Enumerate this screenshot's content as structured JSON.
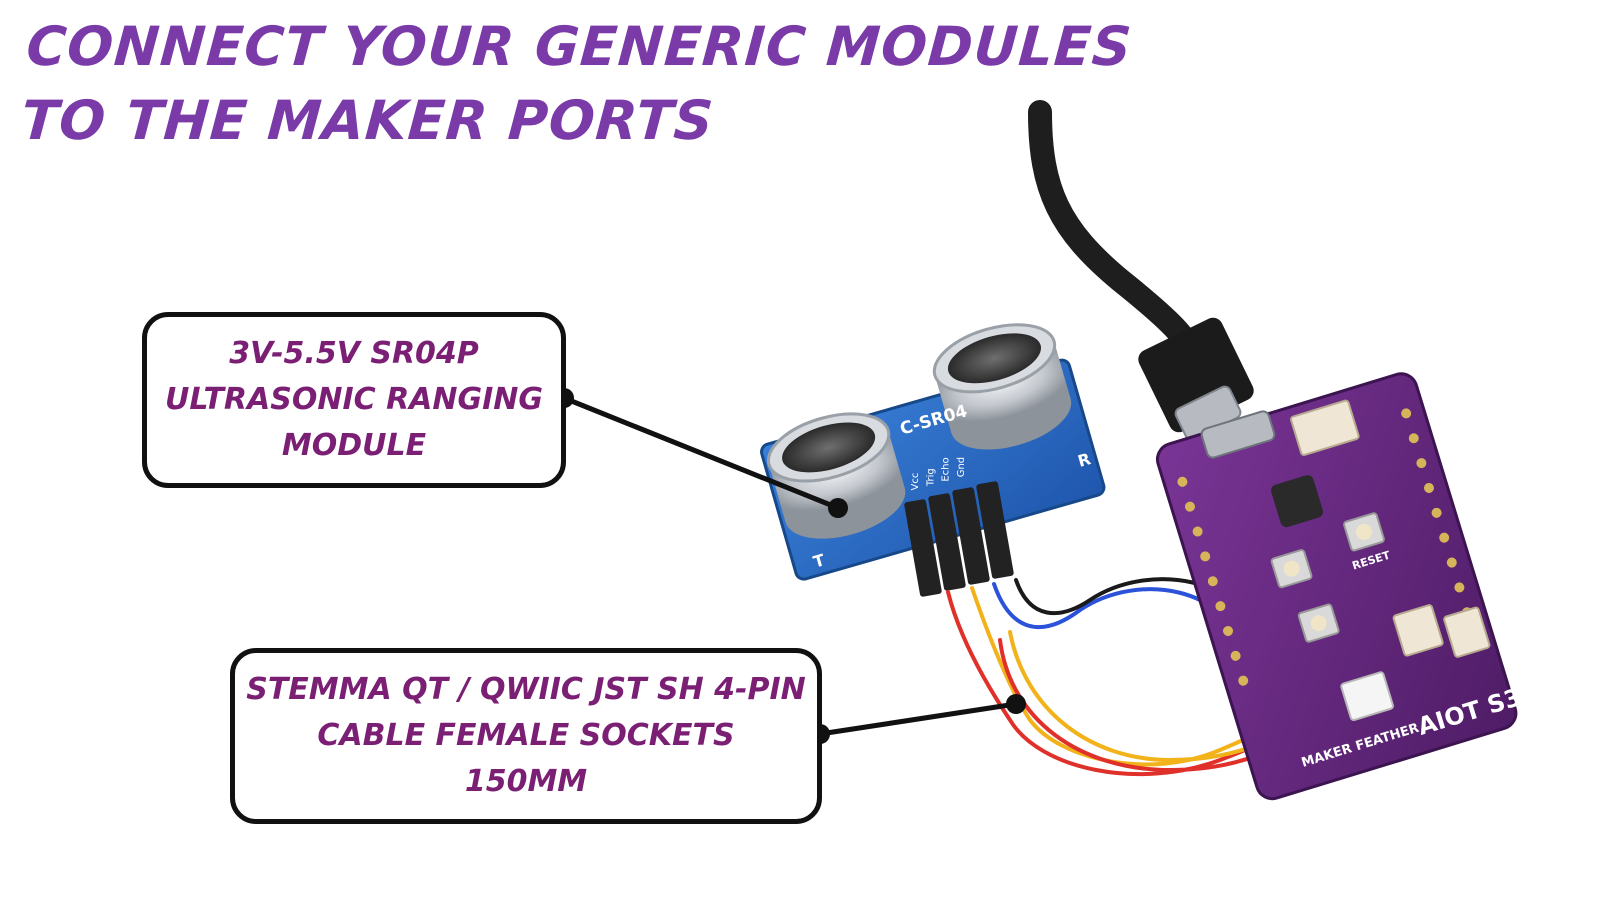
{
  "headline": {
    "line1": "Connect your generic modules",
    "line2": "to the maker ports"
  },
  "callouts": {
    "sensor": {
      "line1": "3V-5.5V SR04P",
      "line2": "Ultrasonic Ranging",
      "line3": "Module"
    },
    "cable": {
      "line1": "Stemma QT / Qwiic JST SH 4-pin",
      "line2": "cable female sockets",
      "line3": "150mm"
    }
  },
  "sensor_board": {
    "model_label": "C-SR04",
    "pin_labels": [
      "Vcc",
      "Trig",
      "Echo",
      "Gnd"
    ],
    "transmitter_label": "T",
    "receiver_label": "R"
  },
  "controller_board": {
    "brand_label": "MAKER FEATHER",
    "model_label": "AIOT S3",
    "reset_label": "RESET"
  },
  "colors": {
    "headline": "#7a3aa8",
    "callout_text": "#7a1f74",
    "sensor_pcb": "#2e6fc7",
    "controller_pcb": "#6b2a86",
    "wire_red": "#e0302a",
    "wire_black": "#1a1a1a",
    "wire_blue": "#2b52d9",
    "wire_yellow": "#f2b21a"
  }
}
